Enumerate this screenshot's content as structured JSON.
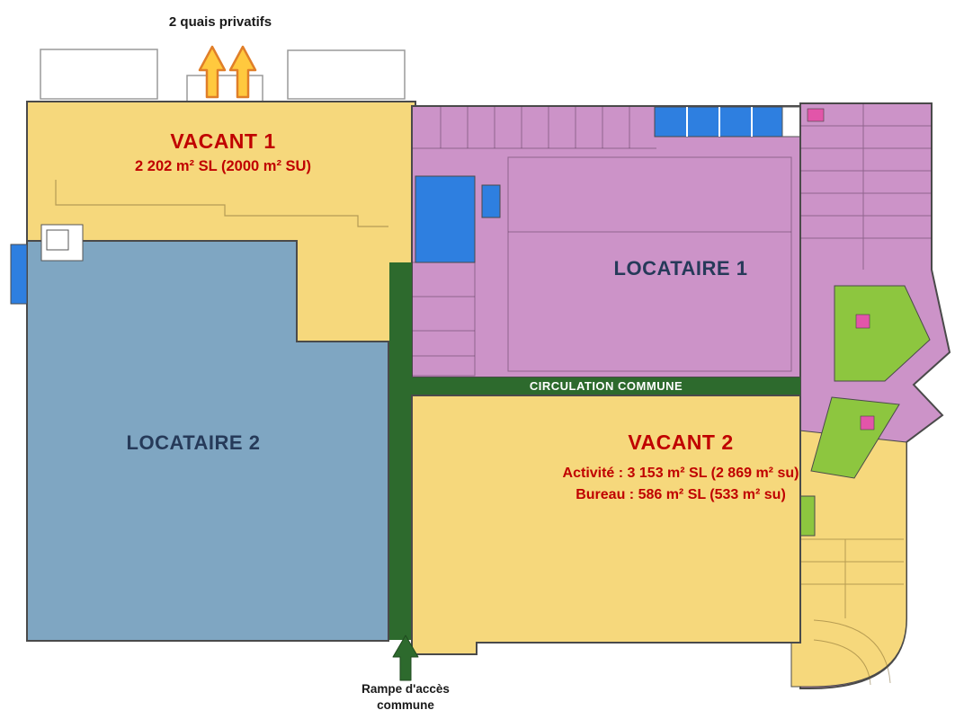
{
  "page": {
    "top_label": "2 quais privatifs",
    "ramp_label_line1": "Rampe d'accès",
    "ramp_label_line2": "commune"
  },
  "zones": {
    "vacant1": {
      "name": "VACANT 1",
      "area": "2 202 m² SL (2000 m² SU)"
    },
    "locataire1": {
      "name": "LOCATAIRE 1"
    },
    "locataire2": {
      "name": "LOCATAIRE 2"
    },
    "vacant2": {
      "name": "VACANT 2",
      "area_activity": "Activité : 3 153 m² SL (2 869 m² su)",
      "area_office": "Bureau : 586 m² SL (533 m² su)"
    },
    "circulation": {
      "name": "CIRCULATION COMMUNE"
    }
  },
  "icons": {
    "dock_arrows": "up-arrow",
    "ramp_arrow": "up-arrow"
  },
  "colors": {
    "vacant_fill": "#F6D87C",
    "locataire2_fill": "#7FA6C2",
    "locataire1_fill": "#CC93C8",
    "circulation_fill": "#2D6A2D",
    "highlight_green": "#8DC63F",
    "dock_blue": "#2E7FE0",
    "arrow_orange": "#FFC93E",
    "text_red": "#C00000",
    "text_navy": "#263A59"
  }
}
